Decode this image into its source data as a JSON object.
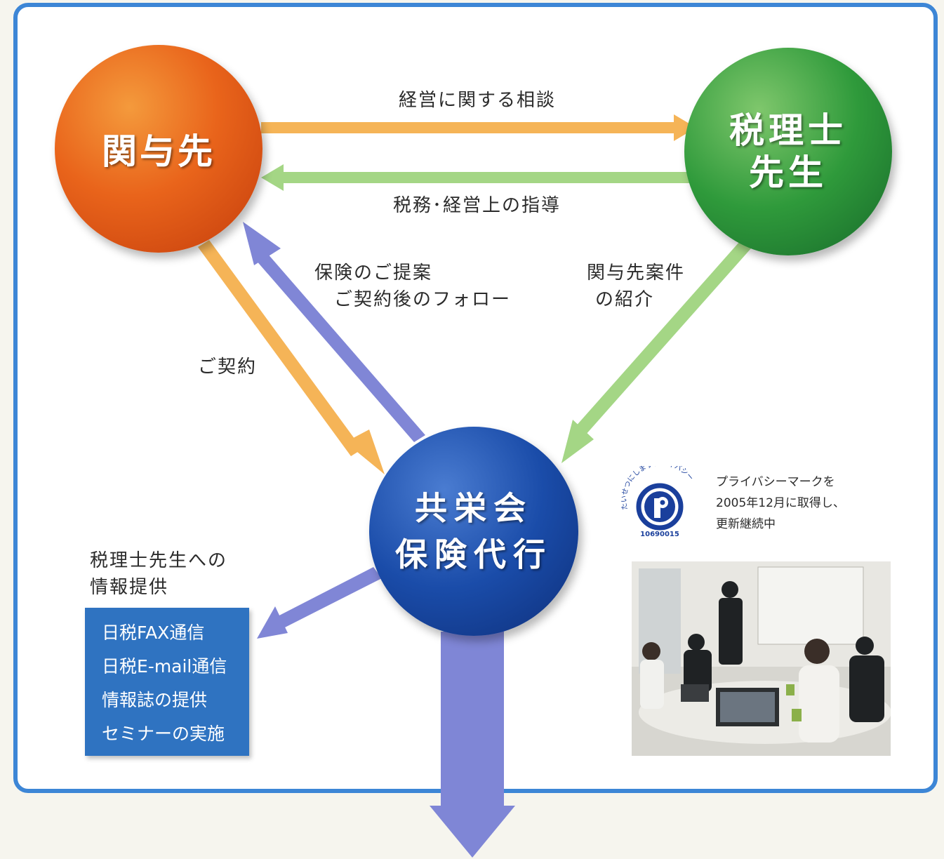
{
  "diagram": {
    "nodes": {
      "kanyosaki": {
        "lines": [
          "関与先"
        ]
      },
      "zeirishi": {
        "lines": [
          "税理士",
          "先生"
        ]
      },
      "kyoeikai": {
        "lines": [
          "共栄会",
          "保険代行"
        ]
      }
    },
    "edges": {
      "management_consult": "経営に関する相談",
      "tax_guidance": "税務･経営上の指導",
      "insurance_proposal": [
        "保険のご提案",
        "ご契約後のフォロー"
      ],
      "referral": [
        "関与先案件",
        "の紹介"
      ],
      "contract": "ご契約",
      "info_to_zeirishi": [
        "税理士先生への",
        "情報提供"
      ]
    },
    "services": [
      "日税FAX通信",
      "日税E-mail通信",
      "情報誌の提供",
      "セミナーの実施"
    ]
  },
  "privacy": {
    "mark_arc_text": "たいせつにしますプライバシー",
    "mark_number": "10690015",
    "text_lines": [
      "プライバシーマークを",
      "2005年12月に取得し、",
      "更新継続中"
    ]
  },
  "colors": {
    "frame": "#3d86d6",
    "orange_node": "#e9641b",
    "green_node": "#2f9a3b",
    "blue_node": "#1a4ca9",
    "orange_arrow": "#f5b457",
    "green_arrow": "#9fd37f",
    "purple_arrow": "#7f86d6",
    "service_box": "#2f73c1"
  },
  "icons": [
    "privacy-mark-icon",
    "meeting-photo"
  ]
}
